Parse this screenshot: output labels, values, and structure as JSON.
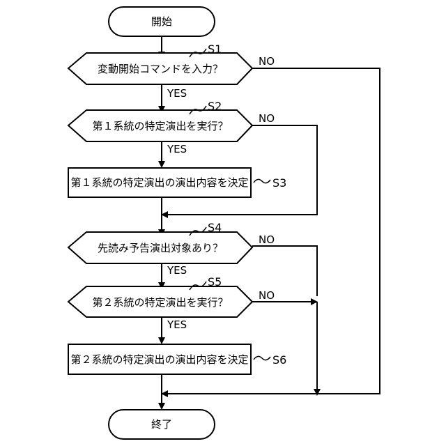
{
  "start": {
    "label": "開始"
  },
  "end": {
    "label": "終了"
  },
  "steps": [
    {
      "id": "S1",
      "text": "変動開始コマンドを入力？"
    },
    {
      "id": "S2",
      "text": "第１系統の特定演出を実行？"
    },
    {
      "id": "S3",
      "text": "第１系統の特定演出の演出内容を決定"
    },
    {
      "id": "S4",
      "text": "先読み予告演出対象あり？"
    },
    {
      "id": "S5",
      "text": "第２系統の特定演出を実行？"
    },
    {
      "id": "S6",
      "text": "第２系統の特定演出の演出内容を決定"
    }
  ],
  "branch_labels": {
    "yes": "YES",
    "no": "NO"
  }
}
